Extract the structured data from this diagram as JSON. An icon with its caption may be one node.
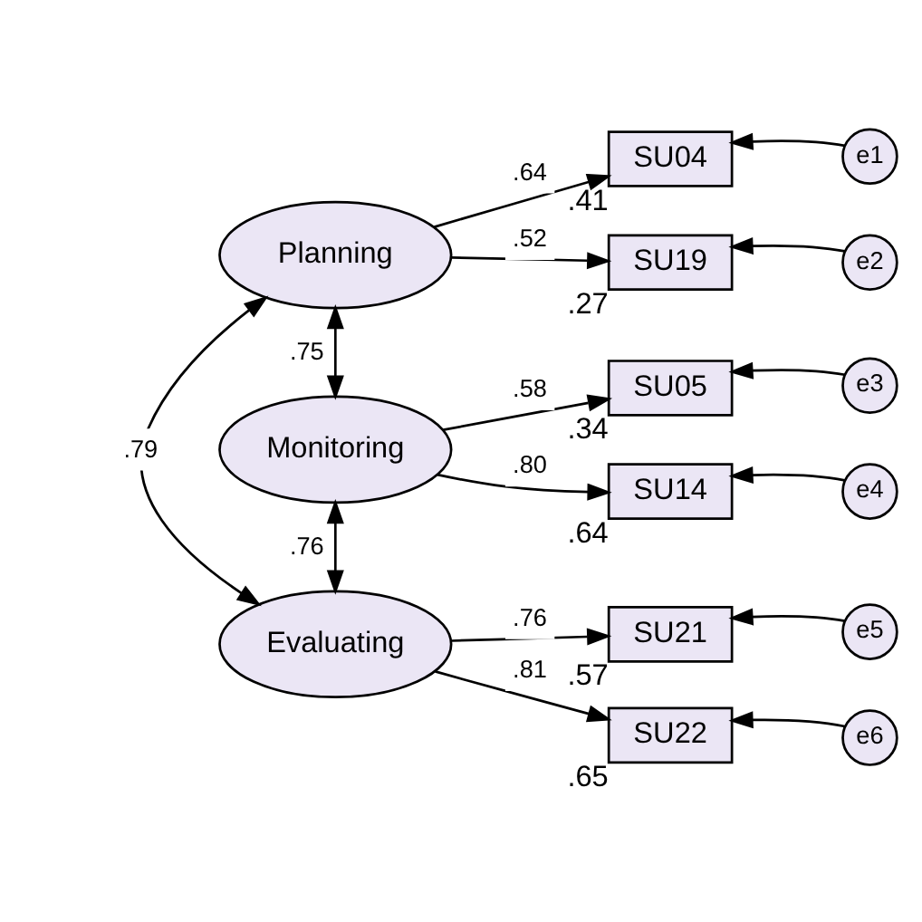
{
  "diagram": {
    "nodes": [
      {
        "text": [
          "Planning"
        ]
      },
      {
        "text": [
          "SU04"
        ],
        "beside": [
          ".41"
        ]
      },
      {
        "text": [
          "e1"
        ]
      },
      {
        "text": [
          "SU19"
        ],
        "beside": [
          ".27"
        ]
      },
      {
        "text": [
          "e2"
        ]
      },
      {
        "text": [
          "Monitoring"
        ]
      },
      {
        "text": [
          "SU05"
        ],
        "beside": [
          ".34"
        ]
      },
      {
        "text": [
          "e3"
        ]
      },
      {
        "text": [
          "SU14"
        ],
        "beside": [
          ".64"
        ]
      },
      {
        "text": [
          "e4"
        ]
      },
      {
        "text": [
          "Evaluating"
        ]
      },
      {
        "text": [
          "SU21"
        ],
        "beside": [
          ".57"
        ]
      },
      {
        "text": [
          "e5"
        ]
      },
      {
        "text": [
          "SU22"
        ],
        "beside": [
          ".65"
        ]
      },
      {
        "text": [
          "e6"
        ]
      }
    ],
    "edges": [
      {
        "from": 0,
        "to": 1,
        "arrow": "to",
        "label": ".64"
      },
      {
        "from": 0,
        "to": 3,
        "arrow": "to",
        "label": ".52"
      },
      {
        "from": 2,
        "to": 1,
        "arrow": "to"
      },
      {
        "from": 4,
        "to": 3,
        "arrow": "to"
      },
      {
        "from": 5,
        "to": 6,
        "arrow": "to",
        "label": ".58"
      },
      {
        "from": 5,
        "to": 8,
        "arrow": "to",
        "label": ".80"
      },
      {
        "from": 7,
        "to": 6,
        "arrow": "to"
      },
      {
        "from": 9,
        "to": 8,
        "arrow": "to"
      },
      {
        "from": 10,
        "to": 11,
        "arrow": "to",
        "label": ".76"
      },
      {
        "from": 10,
        "to": 13,
        "arrow": "to",
        "label": ".81"
      },
      {
        "from": 12,
        "to": 11,
        "arrow": "to"
      },
      {
        "from": 14,
        "to": 13,
        "arrow": "to"
      },
      {
        "from": 0,
        "to": 5,
        "arrow": "both",
        "label": ".75"
      },
      {
        "from": 5,
        "to": 10,
        "arrow": "both",
        "label": ".76"
      },
      {
        "from": 0,
        "to": 10,
        "arrow": "both",
        "label": ".79"
      }
    ]
  }
}
